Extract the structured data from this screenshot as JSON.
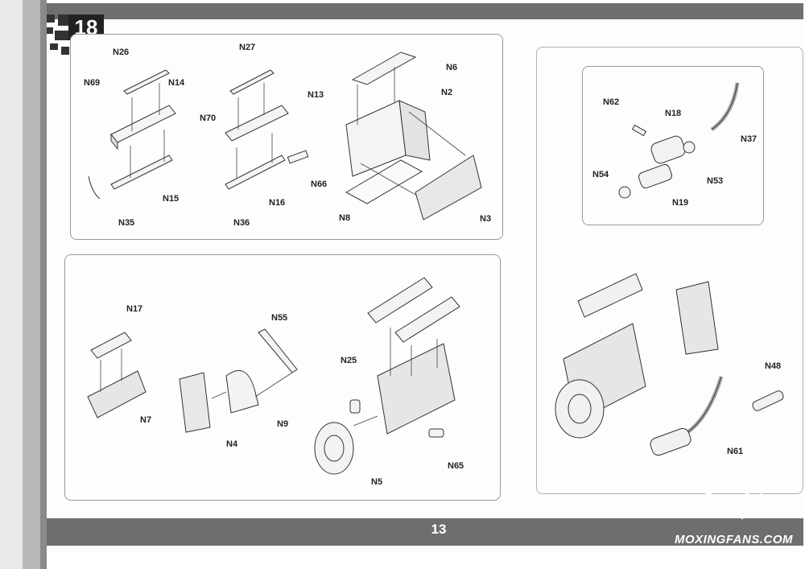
{
  "step": {
    "number": "18"
  },
  "page": {
    "number": "13"
  },
  "watermark": {
    "text": "MOXINGFANS.COM"
  },
  "panels": {
    "top_left": {
      "labels": {
        "n26": "N26",
        "n69": "N69",
        "n14": "N14",
        "n15": "N15",
        "n35": "N35",
        "n27": "N27",
        "n70": "N70",
        "n13": "N13",
        "n66": "N66",
        "n16": "N16",
        "n36": "N36",
        "n6": "N6",
        "n2": "N2",
        "n8": "N8",
        "n3": "N3"
      }
    },
    "top_right": {
      "labels": {
        "n62": "N62",
        "n18": "N18",
        "n37": "N37",
        "n54": "N54",
        "n53": "N53",
        "n19": "N19"
      }
    },
    "bottom_left": {
      "labels": {
        "n17": "N17",
        "n7": "N7",
        "n55": "N55",
        "n4": "N4",
        "n9": "N9",
        "n25": "N25",
        "n5": "N5",
        "n65": "N65"
      }
    },
    "right_assembly": {
      "labels": {
        "n48": "N48",
        "n61": "N61"
      }
    }
  }
}
